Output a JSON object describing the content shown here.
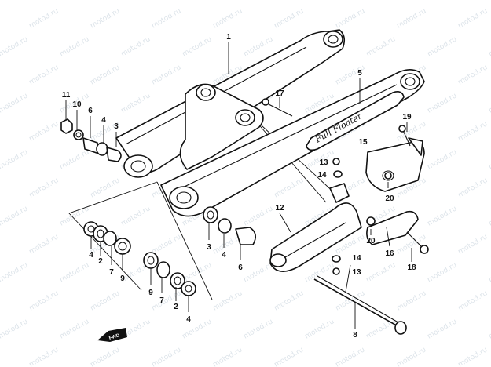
{
  "watermark": {
    "text": "motod.ru"
  },
  "callouts": [
    {
      "id": "c1",
      "text": "1"
    },
    {
      "id": "c2a",
      "text": "2"
    },
    {
      "id": "c2b",
      "text": "2"
    },
    {
      "id": "c3a",
      "text": "3"
    },
    {
      "id": "c3b",
      "text": "3"
    },
    {
      "id": "c4a",
      "text": "4"
    },
    {
      "id": "c4b",
      "text": "4"
    },
    {
      "id": "c4c",
      "text": "4"
    },
    {
      "id": "c4d",
      "text": "4"
    },
    {
      "id": "c5",
      "text": "5"
    },
    {
      "id": "c6a",
      "text": "6"
    },
    {
      "id": "c6b",
      "text": "6"
    },
    {
      "id": "c7a",
      "text": "7"
    },
    {
      "id": "c7b",
      "text": "7"
    },
    {
      "id": "c8",
      "text": "8"
    },
    {
      "id": "c9a",
      "text": "9"
    },
    {
      "id": "c9b",
      "text": "9"
    },
    {
      "id": "c10",
      "text": "10"
    },
    {
      "id": "c11",
      "text": "11"
    },
    {
      "id": "c12",
      "text": "12"
    },
    {
      "id": "c13a",
      "text": "13"
    },
    {
      "id": "c13b",
      "text": "13"
    },
    {
      "id": "c14a",
      "text": "14"
    },
    {
      "id": "c14b",
      "text": "14"
    },
    {
      "id": "c15",
      "text": "15"
    },
    {
      "id": "c16",
      "text": "16"
    },
    {
      "id": "c17",
      "text": "17"
    },
    {
      "id": "c18",
      "text": "18"
    },
    {
      "id": "c19",
      "text": "19"
    },
    {
      "id": "c20a",
      "text": "20"
    },
    {
      "id": "c20b",
      "text": "20"
    }
  ],
  "decal": {
    "text": "Full Floater"
  },
  "front_arrow": {
    "text": "FWD",
    "icon": "front-arrow-icon"
  },
  "colors": {
    "ink": "#111111",
    "paper": "#ffffff",
    "watermark": "#dde4ea"
  }
}
